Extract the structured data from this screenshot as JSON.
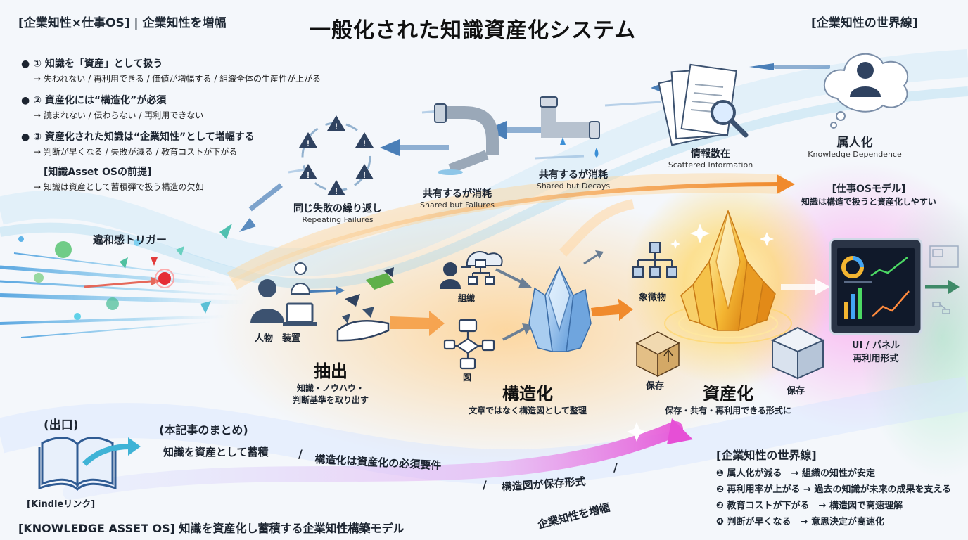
{
  "header": {
    "tag_left": "[企業知性×仕事OS] | 企業知性を増幅",
    "title": "一般化された知識資産化システム",
    "tag_right": "[企業知性の世界線]"
  },
  "principles": [
    {
      "head": "● ① 知識を「資産」として扱う",
      "sub": "→ 失われない / 再利用できる / 価値が増幅する / 組織全体の生産性が上がる"
    },
    {
      "head": "● ② 資産化には“構造化”が必須",
      "sub": "→ 読まれない / 伝わらない / 再利用できない"
    },
    {
      "head": "● ③ 資産化された知識は“企業知性”として増幅する",
      "sub": "→ 判断が早くなる / 失敗が減る / 教育コストが下がる"
    }
  ],
  "premise": {
    "head": "[知識Asset OSの前提]",
    "sub": "→ 知識は資産として蓄積弾で扱う構造の欠如"
  },
  "upper_flow": {
    "dependence": {
      "jp": "属人化",
      "en": "Knowledge Dependence"
    },
    "scattered": {
      "jp": "情報散在",
      "en": "Scattered Information"
    },
    "decays": {
      "jp": "共有するが消耗",
      "en": "Shared but Decays"
    },
    "failures": {
      "jp": "共有するが消耗",
      "en": "Shared but Failures"
    },
    "repeating": {
      "jp": "同じ失敗の繰り返し",
      "en": "Repeating Failures"
    }
  },
  "work_os": {
    "head": "[仕事OSモデル]",
    "sub": "知識は構造で扱うと資産化しやすい"
  },
  "trigger": "違和感トリガー",
  "lower_flow": {
    "person_device": "人物　装置",
    "extract": {
      "title": "抽出",
      "sub1": "知識・ノウハウ・",
      "sub2": "判断基準を取り出す"
    },
    "org": "組織",
    "diagram": "図",
    "structure": {
      "title": "構造化",
      "sub": "文章ではなく構造図として整理"
    },
    "symbol": "象徴物",
    "store_left": "保存",
    "store_right": "保存",
    "asset": {
      "title": "資産化",
      "sub": "保存・共有・再利用できる形式に"
    },
    "panel": {
      "line1": "UI / パネル",
      "line2": "再利用形式"
    }
  },
  "exit": {
    "head": "(出口)",
    "kindle": "[Kindleリンク]"
  },
  "summary": {
    "head": "(本記事のまとめ)",
    "line1": "知識を資産として蓄積",
    "sep1": "/",
    "line2": "構造化は資産化の必須要件",
    "sep2": "/",
    "line3": "構造図が保存形式",
    "sep3": "/",
    "line4": "企業知性を増幅"
  },
  "world": {
    "head": "[企業知性の世界線]",
    "items": [
      "❶ 属人化が減る　→ 組織の知性が安定",
      "❷ 再利用率が上がる → 過去の知識が未来の成果を支える",
      "❸ 教育コストが下がる　→ 構造図で高速理解",
      "❹ 判断が早くなる　→ 意思決定が高速化"
    ]
  },
  "footer": "[KNOWLEDGE ASSET OS] 知識を資産化し蓄積する企業知性構築モデル",
  "colors": {
    "orange": "#f08a2c",
    "blue": "#4a7fb8",
    "gold": "#f3b531",
    "crystal": "#7fb4e8",
    "magenta": "#e64fd6"
  }
}
